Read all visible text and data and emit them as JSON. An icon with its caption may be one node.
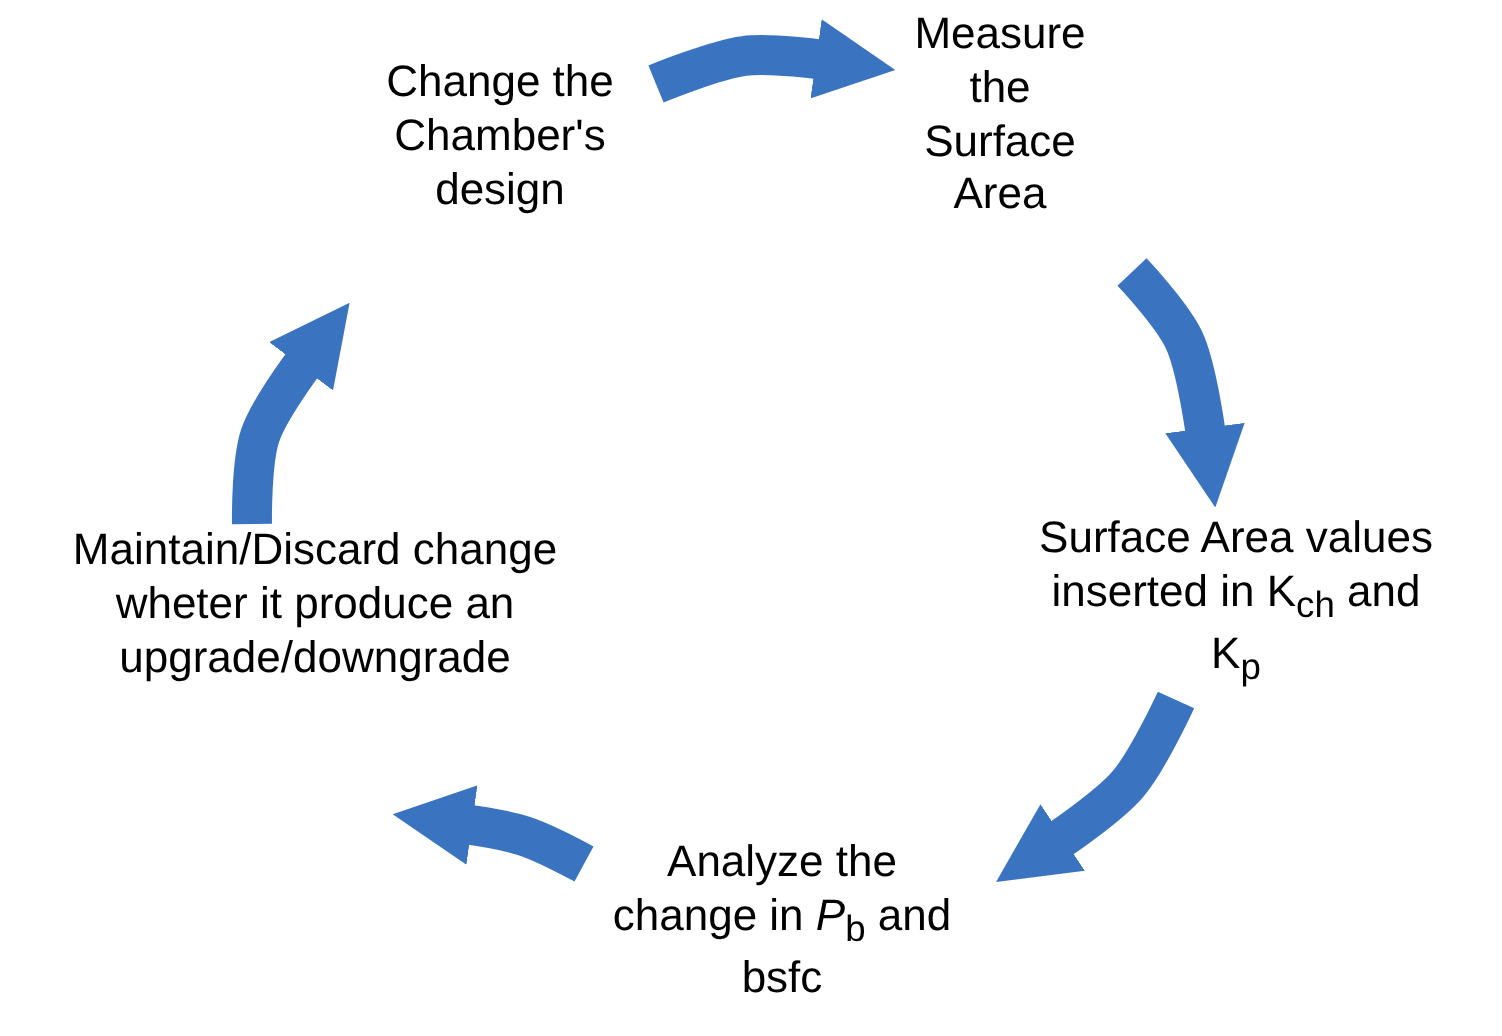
{
  "diagram": {
    "nodes": [
      {
        "text": [
          "Change the Chamber's design"
        ]
      },
      {
        "text": [
          "Measure the Surface Area"
        ]
      },
      {
        "text": [
          "Surface Area values inserted in K$_{ch}$ and K$_{p}$"
        ]
      },
      {
        "text": [
          "Analyze the change in *P*$_{b}$ and bsfc"
        ]
      },
      {
        "text": [
          "Maintain/Discard change wheter it produce an upgrade/downgrade"
        ]
      }
    ],
    "edges": [
      {
        "from": 0,
        "to": 1,
        "arrow": "to"
      },
      {
        "from": 1,
        "to": 2,
        "arrow": "to"
      },
      {
        "from": 2,
        "to": 3,
        "arrow": "to"
      },
      {
        "from": 3,
        "to": 4,
        "arrow": "to"
      },
      {
        "from": 4,
        "to": 0,
        "arrow": "to"
      }
    ]
  }
}
